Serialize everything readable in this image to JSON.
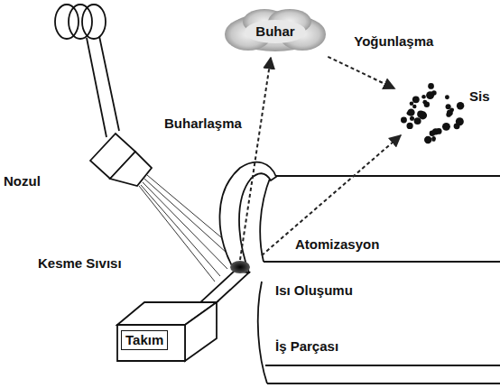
{
  "diagram": {
    "nodes": [
      {
        "text": [
          "Buhar"
        ]
      },
      {
        "text": [
          "Sis"
        ]
      },
      {
        "text": [
          "Takım"
        ]
      }
    ],
    "edges": [
      {
        "from": 0,
        "to": 1,
        "arrow": "to",
        "label": "Yoğunlaşma"
      }
    ],
    "labels": [
      "Buharlaşma",
      "Nozul",
      "Kesme Sıvısı",
      "Atomizasyon",
      "Isı Oluşumu",
      "İş Parçası"
    ]
  }
}
